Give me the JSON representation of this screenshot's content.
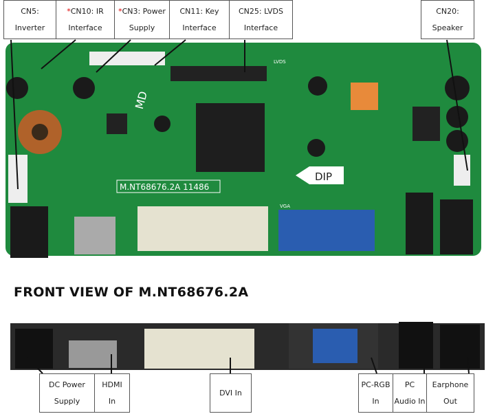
{
  "top_labels": [
    {
      "line1": "CN5:",
      "line2": "Inverter",
      "required": false
    },
    {
      "line1": "CN10: IR",
      "line2": "Interface",
      "required": true
    },
    {
      "line1": "CN3: Power",
      "line2": "Supply",
      "required": true
    },
    {
      "line1": "CN11: Key",
      "line2": "Interface",
      "required": false
    },
    {
      "line1": "CN25: LVDS",
      "line2": "Interface",
      "required": false
    },
    {
      "line1": "CN20:",
      "line2": "Speaker",
      "required": false
    }
  ],
  "required_mark": "*",
  "board": {
    "model_label": "M.NT68676.2A  11486",
    "dip_label": "DIP",
    "lvds_label": "LVDS",
    "vga_label": "VGA",
    "logo": "MD"
  },
  "heading": "FRONT VIEW OF M.NT68676.2A",
  "bottom_labels": [
    {
      "line1": "DC Power",
      "line2": "Supply"
    },
    {
      "line1": "HDMI",
      "line2": "In"
    },
    {
      "line1": "DVI In",
      "line2": ""
    },
    {
      "line1": "PC-RGB",
      "line2": "In"
    },
    {
      "line1": "PC",
      "line2": "Audio In"
    },
    {
      "line1": "Earphone",
      "line2": "Out"
    }
  ],
  "colors": {
    "board": "#1f8a3e",
    "required": "#dd0000",
    "vga": "#2a5db0"
  }
}
